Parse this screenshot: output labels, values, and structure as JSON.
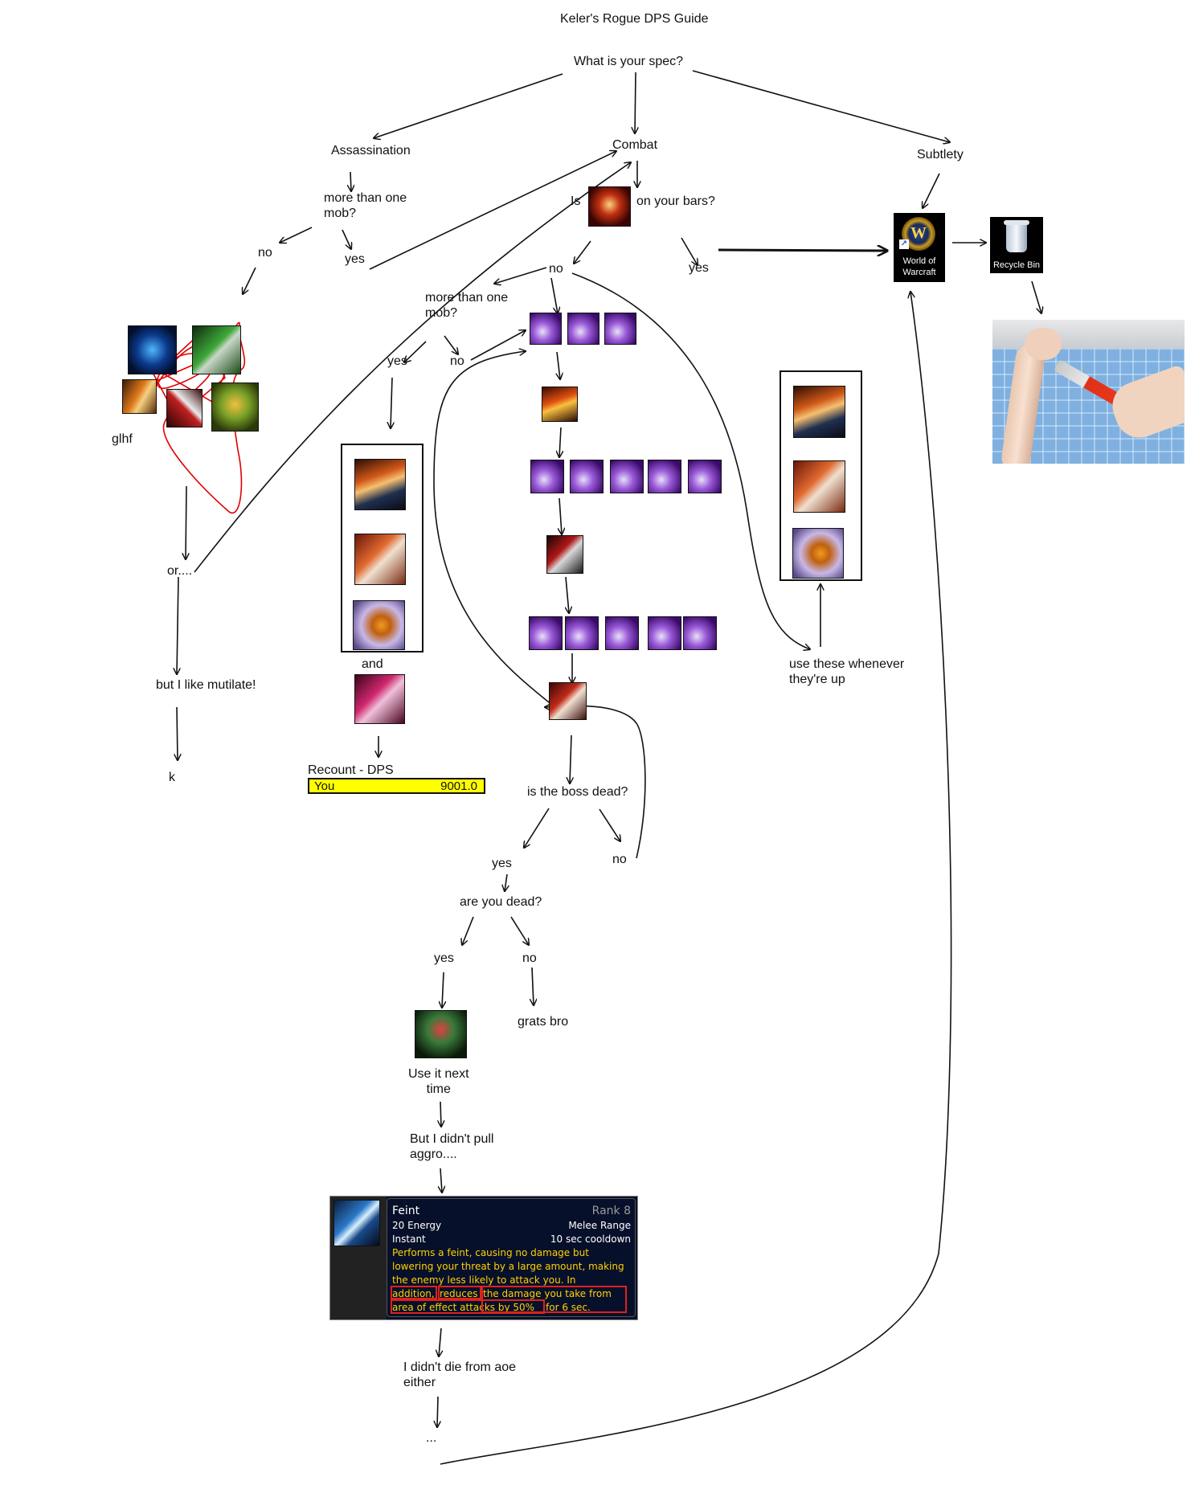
{
  "title": "Keler's Rogue DPS Guide",
  "nodes": {
    "spec_question": "What is your spec?",
    "assassination": "Assassination",
    "combat": "Combat",
    "subtlety": "Subtlety",
    "assa_more_than_one_mob": "more than one\nmob?",
    "assa_no": "no",
    "assa_yes": "yes",
    "glhf": "glhf",
    "or": "or....",
    "but_mutilate": "but I like mutilate!",
    "k": "k",
    "is_prefix": "Is",
    "on_your_bars": "on your bars?",
    "bars_no": "no",
    "bars_yes": "yes",
    "combat_more_than_one_mob": "more than one\nmob?",
    "combat_yes": "yes",
    "combat_no": "no",
    "and": "and",
    "use_these": "use these whenever\nthey're up",
    "boss_dead": "is the boss dead?",
    "boss_yes": "yes",
    "boss_no": "no",
    "you_dead": "are you dead?",
    "you_yes": "yes",
    "you_no": "no",
    "grats": "grats bro",
    "use_next_time": "Use it next\ntime",
    "didnt_pull": "But I didn't pull\naggro....",
    "didnt_die": "I didn't die from aoe\neither",
    "ellipsis": "..."
  },
  "recount": {
    "title": "Recount - DPS",
    "name": "You",
    "value": "9001.0",
    "bar_color": "#ffff00"
  },
  "desktop": {
    "wow_label": "World of\nWarcraft",
    "recycle_label": "Recycle Bin"
  },
  "tooltip": {
    "name": "Feint",
    "rank": "Rank 8",
    "cost": "20 Energy",
    "range": "Melee Range",
    "cast": "Instant",
    "cooldown": "10 sec cooldown",
    "desc1": "Performs a feint, causing no damage but",
    "desc2": "lowering your threat by a large amount, making",
    "desc3": "the enemy less likely to attack you.  In",
    "desc4a": "addition,",
    "desc4b": "reduces",
    "desc4c": "the damage you take from",
    "desc5a": "area of effect attacks by 50%",
    "desc5b": "for 6 sec.",
    "bg_color": "#07102a",
    "text_color": "#ffd100",
    "highlight_color": "#e0201e"
  },
  "icons": {
    "assassination_cluster": [
      "blue-swords-icon",
      "green-dagger-icon",
      "cold-blood-icon",
      "mutilate-icon",
      "envenom-icon"
    ],
    "slice_and_dice": "slice-and-dice-icon",
    "sinister_strike": "sinister-strike-icon",
    "rupture": "rupture-icon",
    "eviscerate": "eviscerate-icon",
    "blade_flurry": "blade-flurry-icon",
    "adrenaline_rush": "adrenaline-rush-icon",
    "killing_spree": "killing-spree-icon",
    "fan_of_knives": "fan-of-knives-icon",
    "vanish": "vanish-icon",
    "feint": "feint-icon"
  },
  "colors": {
    "line": "#111111",
    "scribble": "#e00000"
  }
}
